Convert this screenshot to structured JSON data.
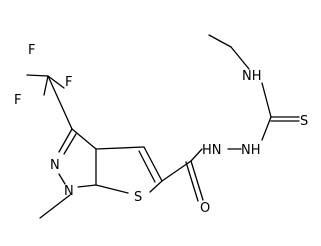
{
  "molecule": {
    "atom_labels": {
      "fluorine_top_left": "F",
      "fluorine_top_right": "F",
      "fluorine_left": "F",
      "pyrazole_nitrogen": "N",
      "methyl_nitrogen": "N",
      "thiophene_sulfur": "S",
      "carbonyl_oxygen": "O",
      "hydrazide_nh_left": "HN",
      "hydrazide_nh_right": "NH",
      "ethyl_nh": "NH",
      "thiocarbonyl_sulfur": "S"
    },
    "colors": {
      "bond": "#000000",
      "label": "#000000",
      "background": "#ffffff"
    }
  }
}
